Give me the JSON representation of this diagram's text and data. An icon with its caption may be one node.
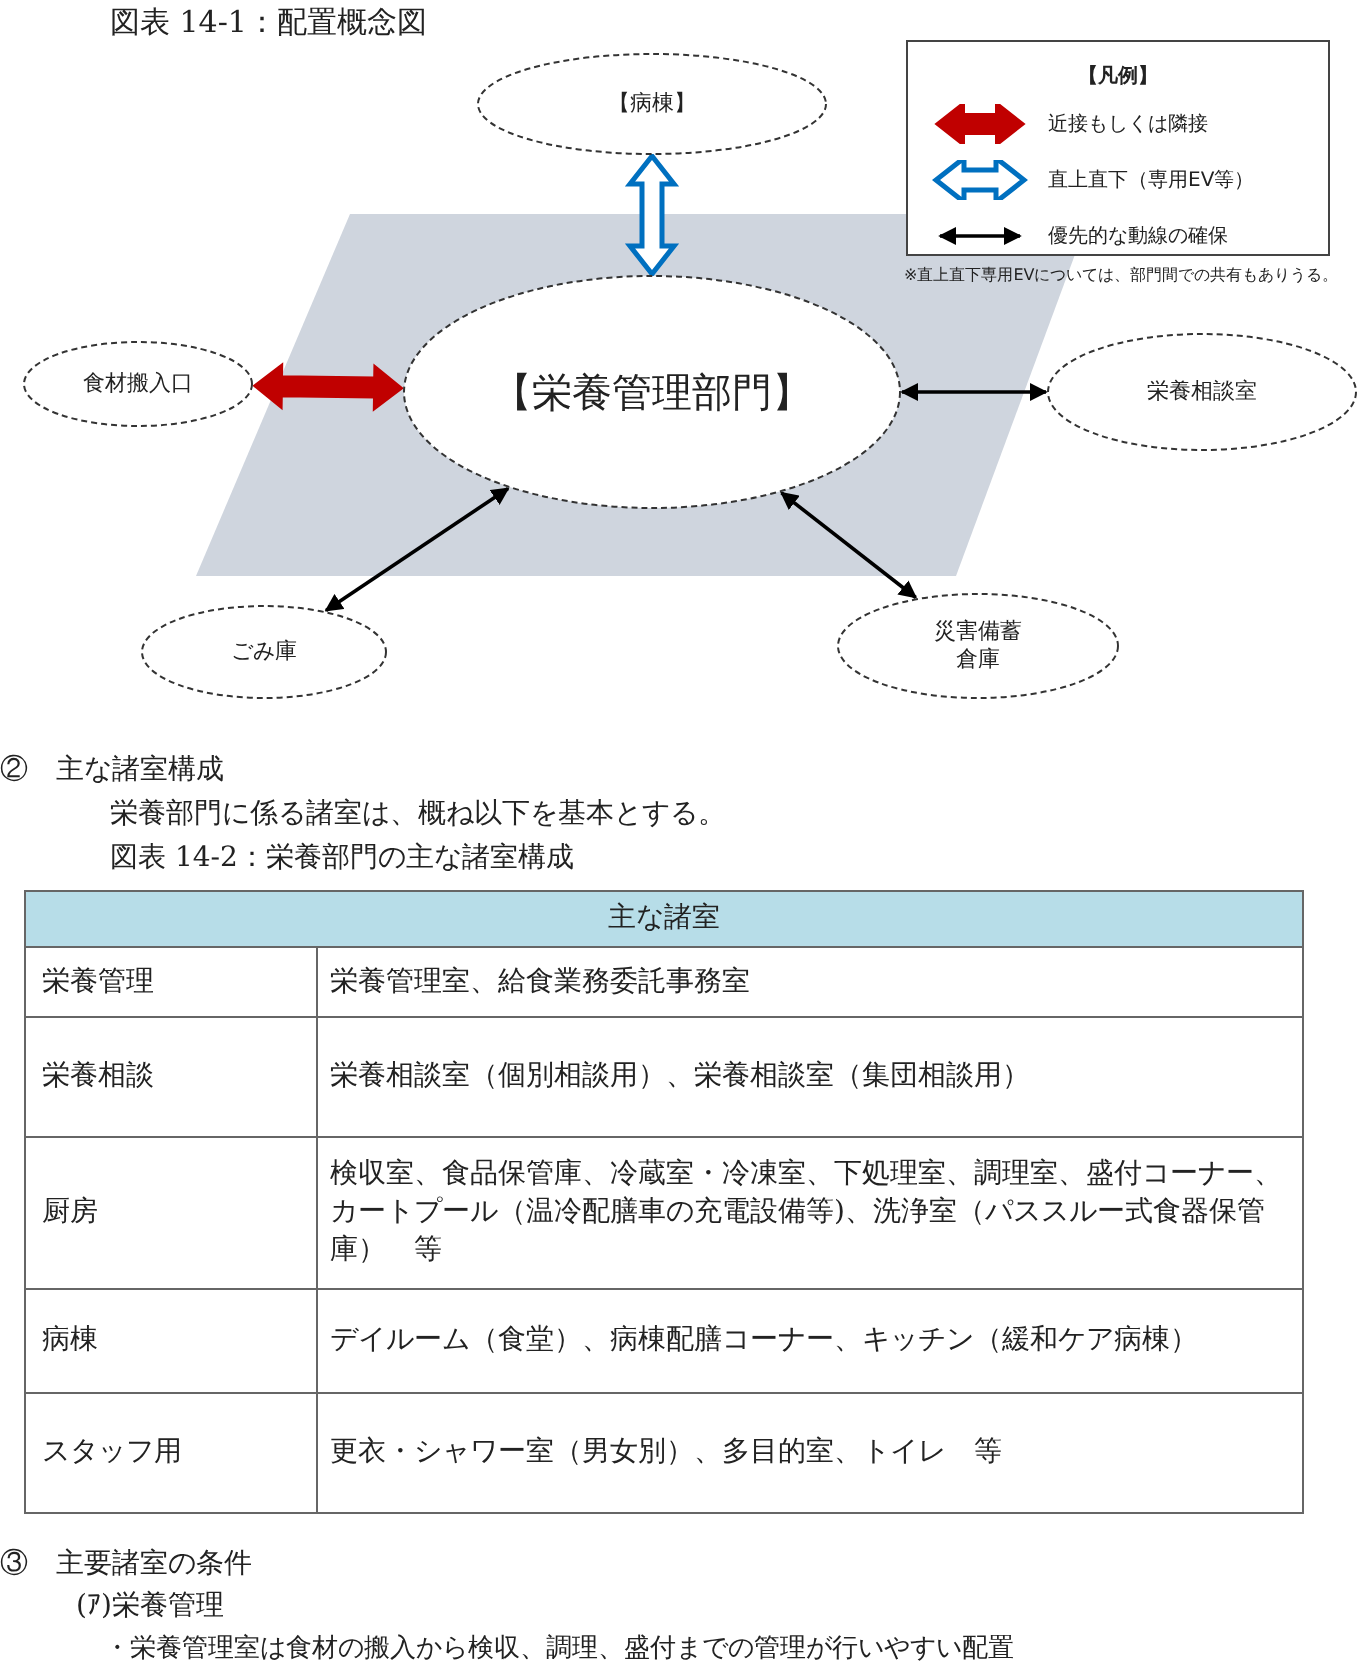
{
  "diagram": {
    "title": "図表 14-1：配置概念図",
    "nodes": [
      {
        "text": [
          "【病棟】"
        ]
      },
      {
        "text": [
          "【栄養管理部門】"
        ]
      },
      {
        "text": [
          "食材搬入口"
        ]
      },
      {
        "text": [
          "栄養相談室"
        ]
      },
      {
        "text": [
          "ごみ庫"
        ]
      },
      {
        "text": [
          "災害備蓄倉庫"
        ]
      }
    ],
    "edges": [
      {
        "from": 0,
        "to": 1,
        "arrow": "both",
        "style": "thick",
        "color": "#0070c0"
      },
      {
        "from": 2,
        "to": 1,
        "arrow": "both",
        "style": "thick",
        "color": "#c00000"
      },
      {
        "from": 1,
        "to": 3,
        "arrow": "both"
      },
      {
        "from": 1,
        "to": 4,
        "arrow": "both"
      },
      {
        "from": 1,
        "to": 5,
        "arrow": "both"
      }
    ],
    "labels": [
      "【凡例】",
      "※直上直下専用EVについては、部門間での共有もありうる。",
      "②　主な諸室構成",
      "栄養部門に係る諸室は、概ね以下を基本とする。",
      "図表 14-2：栄養部門の主な諸室構成",
      "主な諸室",
      "栄養管理",
      "栄養管理室、給食業務委託事務室",
      "栄養相談",
      "栄養相談室（個別相談用）、栄養相談室（集団相談用）",
      "厨房",
      "検収室、食品保管庫、冷蔵室・冷凍室、下処理室、調理室、盛付コーナー、カートプール（温冷配膳車の充電設備等)、洗浄室（パススルー式食器保管庫）　等",
      "病棟",
      "デイルーム（食堂）、病棟配膳コーナー、キッチン（緩和ケア病棟）",
      "スタッフ用",
      "更衣・シャワー室（男女別）、多目的室、トイレ　等",
      "③　主要諸室の条件",
      "(ｱ)栄養管理",
      "・栄養管理室は食材の搬入から検収、調理、盛付までの管理が行いやすい配置"
    ],
    "legend": [
      {
        "text": "近接もしくは隣接"
      },
      {
        "text": "直上直下（専用EV等）"
      },
      {
        "text": "優先的な動線の確保"
      }
    ]
  }
}
